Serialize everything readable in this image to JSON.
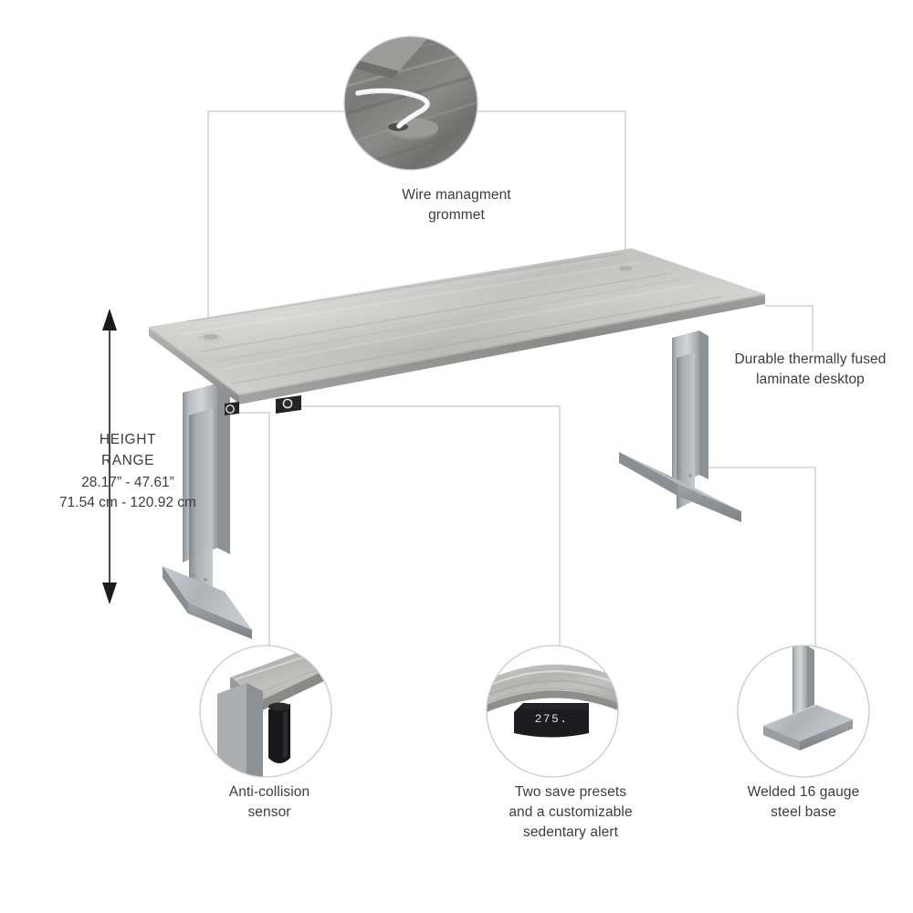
{
  "product": {
    "type": "height-adjustable-standing-desk",
    "desktop_finish": "thermally fused laminate, grey wood grain",
    "base_finish": "silver steel"
  },
  "dimension": {
    "title": "HEIGHT\nRANGE",
    "imperial": "28.17” - 47.61”",
    "metric": "71.54 cm - 120.92 cm"
  },
  "callouts": [
    {
      "id": "grommet",
      "label": "Wire managment\ngrommet",
      "detail_image": "desktop-grommet-with-cable",
      "position": "top"
    },
    {
      "id": "laminate",
      "label": "Durable thermally fused\nlaminate desktop",
      "position": "right"
    },
    {
      "id": "sensor",
      "label": "Anti-collision\nsensor",
      "detail_image": "desk-corner-with-sensor-module",
      "position": "bottom-left"
    },
    {
      "id": "presets",
      "label": "Two save presets\nand a customizable\nsedentary alert",
      "detail_image": "control-panel-keypad",
      "position": "bottom-center"
    },
    {
      "id": "steel",
      "label": "Welded 16 gauge\nsteel base",
      "detail_image": "t-shaped-steel-foot",
      "position": "bottom-right"
    }
  ],
  "control_panel": {
    "display_value": "275."
  },
  "colors": {
    "background": "#ffffff",
    "text": "#3c3c3c",
    "leader_line": "#c9c9c9",
    "circle_outline": "#c9c9c9",
    "arrow": "#1b1b1b",
    "desktop_top_light": "#d3d3d1",
    "desktop_top_dark": "#a9a9a7",
    "desktop_edge": "#8f8f8d",
    "base_light": "#d0d2d4",
    "base_mid": "#a7abaf",
    "base_dark": "#85898d",
    "panel_black": "#1c1c1e"
  }
}
